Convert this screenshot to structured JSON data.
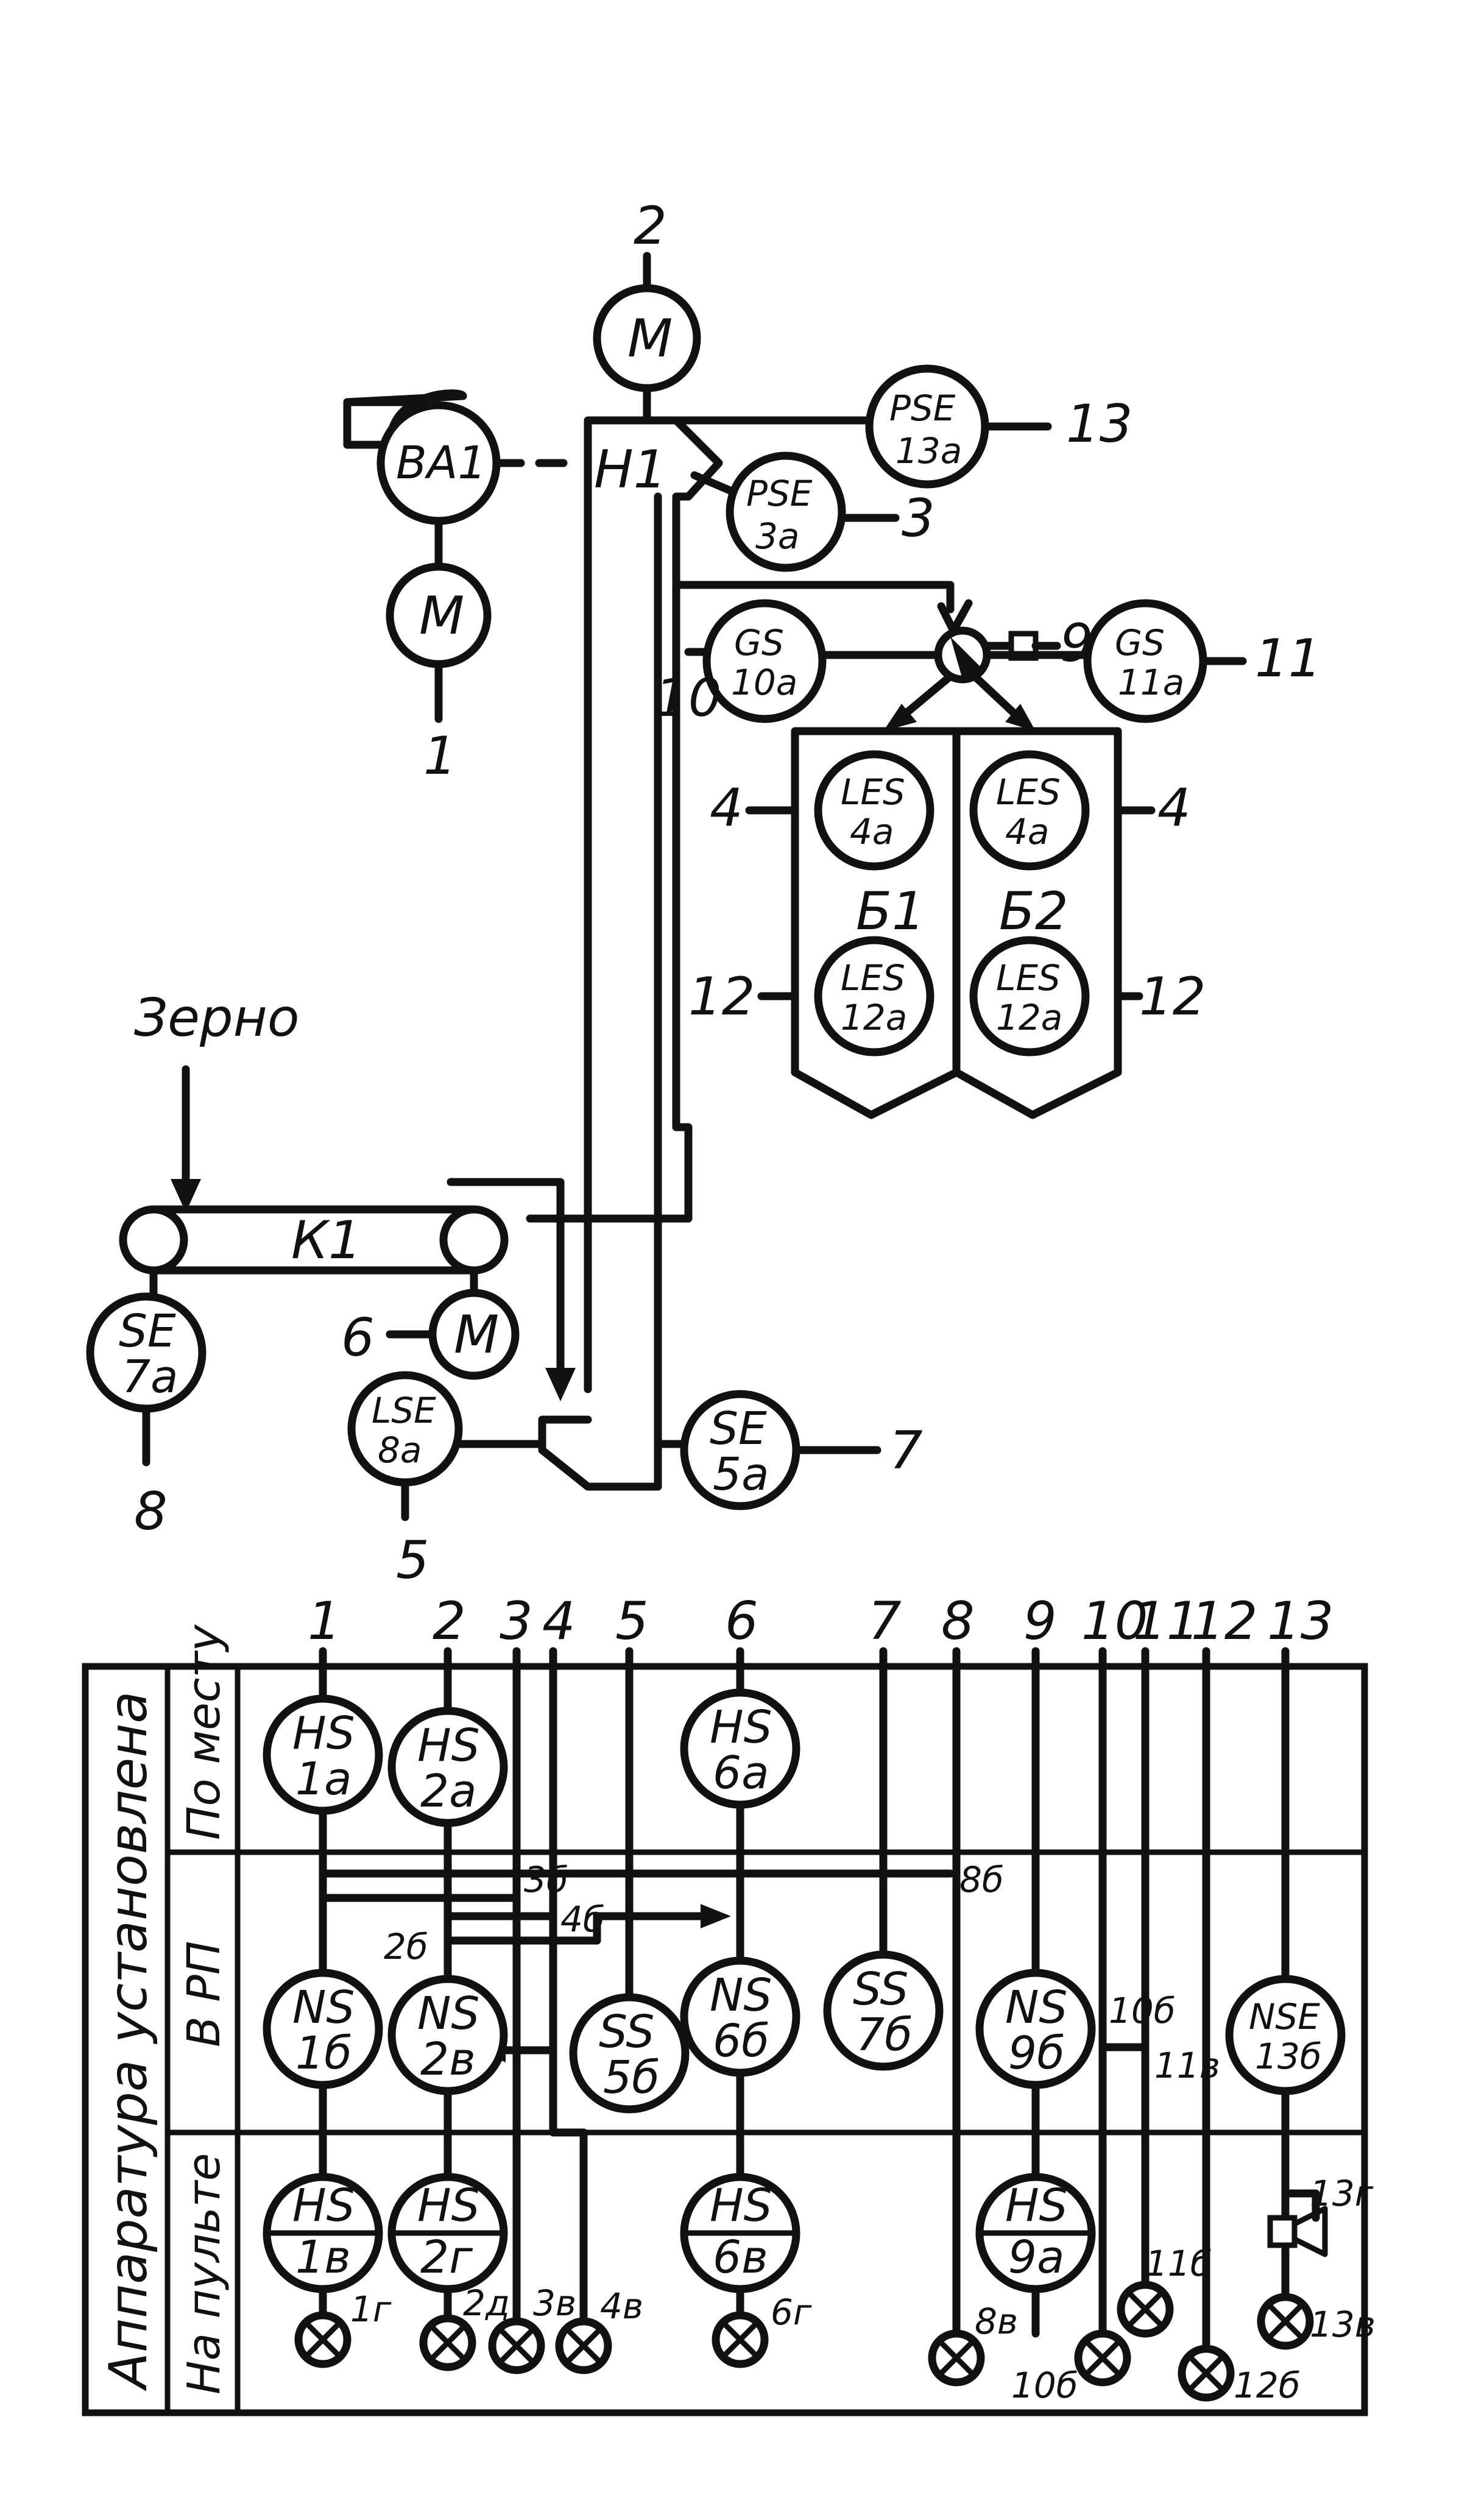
{
  "upper": {
    "input_label": "Зерно",
    "conveyor_label": "К1",
    "elevator_label": "Н1",
    "fan_label": "ВА1",
    "bin_left_label": "Б1",
    "bin_right_label": "Б2",
    "nodes": [
      {
        "id": "m2",
        "top": "M",
        "bottom": ""
      },
      {
        "id": "m1",
        "top": "M",
        "bottom": ""
      },
      {
        "id": "m6",
        "top": "M",
        "bottom": ""
      },
      {
        "id": "pse13a",
        "top": "PSE",
        "bottom": "13a"
      },
      {
        "id": "pse3a",
        "top": "PSE",
        "bottom": "3a"
      },
      {
        "id": "gs10a",
        "top": "GS",
        "bottom": "10a"
      },
      {
        "id": "gs11a",
        "top": "GS",
        "bottom": "11a"
      },
      {
        "id": "les4a_l",
        "top": "LES",
        "bottom": "4a"
      },
      {
        "id": "les4a_r",
        "top": "LES",
        "bottom": "4a"
      },
      {
        "id": "les12a_l",
        "top": "LES",
        "bottom": "12a"
      },
      {
        "id": "les12a_r",
        "top": "LES",
        "bottom": "12a"
      },
      {
        "id": "se7a",
        "top": "SE",
        "bottom": "7a"
      },
      {
        "id": "lse8a",
        "top": "LSE",
        "bottom": "8a"
      },
      {
        "id": "se5a",
        "top": "SE",
        "bottom": "5a"
      }
    ],
    "numbers": [
      "2",
      "13",
      "3",
      "1",
      "9",
      "10",
      "11",
      "4",
      "4",
      "12",
      "12",
      "6",
      "7",
      "8",
      "5"
    ]
  },
  "table": {
    "header_text": "Аппаратура установлена",
    "rows": [
      "По месту",
      "В РП",
      "На пульте"
    ],
    "columns": [
      "1",
      "2",
      "3",
      "4",
      "5",
      "6",
      "7",
      "8",
      "9",
      "10",
      "11",
      "12",
      "13"
    ],
    "local_nodes": [
      {
        "top": "HS",
        "bottom": "1a"
      },
      {
        "top": "HS",
        "bottom": "2a"
      },
      {
        "top": "HS",
        "bottom": "6a"
      }
    ],
    "rp_nodes": [
      {
        "top": "NS",
        "bottom": "1б"
      },
      {
        "top": "NS",
        "bottom": "2в"
      },
      {
        "top": "SS",
        "bottom": "5б"
      },
      {
        "top": "NS",
        "bottom": "6б"
      },
      {
        "top": "SS",
        "bottom": "7б"
      },
      {
        "top": "NS",
        "bottom": "9б"
      },
      {
        "top": "NSE",
        "bottom": "13б"
      }
    ],
    "panel_nodes": [
      {
        "top": "HS",
        "bottom": "1в"
      },
      {
        "top": "HS",
        "bottom": "2г"
      },
      {
        "top": "HS",
        "bottom": "6в"
      },
      {
        "top": "HS",
        "bottom": "9а"
      }
    ],
    "connection_labels": [
      "3б",
      "4б",
      "2б",
      "8б",
      "10б",
      "11в"
    ],
    "lamp_labels": [
      "1г",
      "2д",
      "3в",
      "4в",
      "6г",
      "8в",
      "10б",
      "11б",
      "12б",
      "13в",
      "13г"
    ]
  }
}
